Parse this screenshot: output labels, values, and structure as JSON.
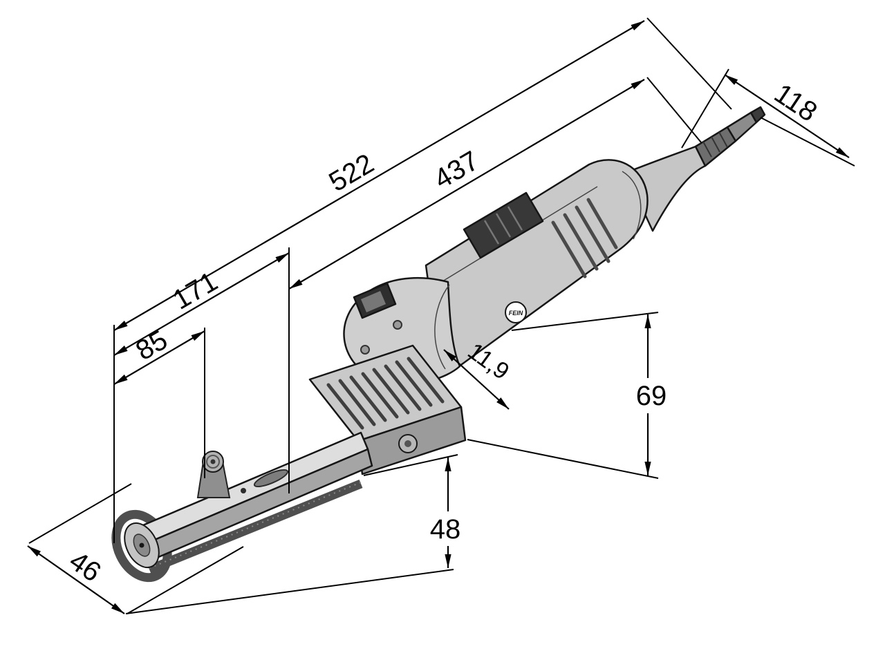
{
  "brand": "FEIN",
  "drawing": {
    "subject": "belt-file-power-tool-isometric-dimension-drawing",
    "dimensions": {
      "overall_length": "522",
      "body_length": "437",
      "handle_length": "118",
      "arm_length": "171",
      "front_length": "85",
      "body_height": "69",
      "arm_thickness": "11,9",
      "head_height": "48",
      "belt_width": "46"
    }
  },
  "colors": {
    "line": "#000000",
    "body_light": "#e4e4e4",
    "body_mid": "#c9c9c9",
    "body_dark": "#9b9b9b",
    "accent_dark": "#383838"
  }
}
